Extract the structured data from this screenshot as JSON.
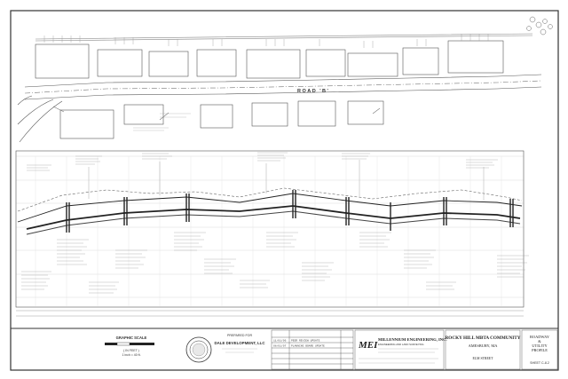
{
  "plan": {
    "road_label": "ROAD 'B'"
  },
  "graphic_scale": {
    "title": "GRAPHIC SCALE",
    "unit_line": "( IN FEET )",
    "ratio": "1 inch = 40 ft."
  },
  "prepared_for": {
    "heading": "PREPARED FOR",
    "company": "DALE DEVELOPMENT, LLC"
  },
  "revisions": [
    {
      "date": "11/01/06",
      "description": "PEER REVIEW UPDATE"
    },
    {
      "date": "08/01/07",
      "description": "PLANNING BOARD UPDATE"
    }
  ],
  "engineer": {
    "mark": "MEI",
    "name": "MILLENNIUM ENGINEERING, INC.",
    "subtitle": "ENGINEERING AND LAND SURVEYING"
  },
  "project": {
    "name": "ROCKY HILL MBTA COMMUNITY",
    "city": "AMESBURY, MA",
    "street": "ELM STREET"
  },
  "sheet": {
    "title_line1": "ROADWAY",
    "title_line2": "&",
    "title_line3": "UTILITY",
    "title_line4": "PROFILE",
    "number": "SHEET C-8.2"
  }
}
